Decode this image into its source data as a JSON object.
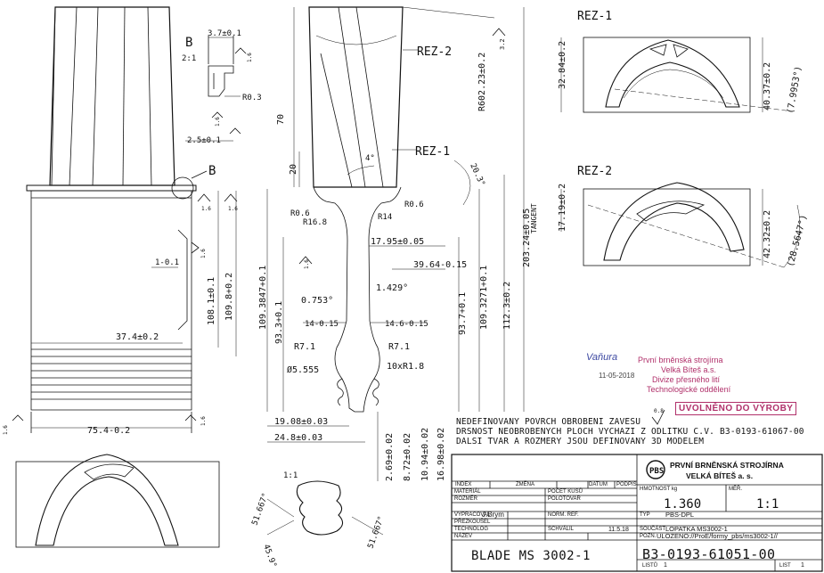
{
  "views": {
    "detail_b": {
      "label": "B",
      "scale": "2:1",
      "callout": "B",
      "dim_width": "3.7±0.1",
      "radius": "R0.3",
      "offset": "2.5±0.1",
      "roughness_a": "1.6",
      "roughness_b": "1.6"
    },
    "section_1": {
      "title": "REZ-1",
      "d1": "32.84±0.2",
      "d2": "40.37±0.2",
      "angle": "(7.9953°)"
    },
    "section_2": {
      "title": "REZ-2",
      "d1": "17.19±0.2",
      "d2": "42.32±0.2",
      "angle": "(28.5647°)"
    },
    "bottom_scale": "1:1",
    "bottom_angles": [
      "51.667°",
      "51.667°",
      "45.9°"
    ],
    "tangent_label": "TANGENT"
  },
  "dimensions": {
    "left_view": [
      "75.4-0.2",
      "37.4±0.2",
      "108.1±0.1",
      "109.8+0.2",
      "1-0.1",
      "1.6",
      "1.6",
      "1.6",
      "1.6",
      "1.6"
    ],
    "middle_view": [
      "REZ-2",
      "REZ-1",
      "R602.23±0.2",
      "3.2",
      "70",
      "20",
      "4°",
      "20.3°",
      "R0.6",
      "R16.8",
      "R14",
      "R0.6",
      "17.95±0.05",
      "39.64-0.15",
      "1.429°",
      "0.753°",
      "14-0.15",
      "14.6-0.15",
      "R7.1",
      "R7.1",
      "Ø5.555",
      "10xR1.8",
      "203.24±0.05",
      "112.3±0.2",
      "109.3271+0.1",
      "93.7+0.1",
      "109.3847+0.1",
      "93.3+0.1",
      "19.08±0.03",
      "24.8±0.03",
      "2.69±0.02",
      "8.72±0.02",
      "10.94±0.02",
      "16.98±0.02",
      "1.6"
    ]
  },
  "notes": {
    "roughness": "0.8",
    "line1": "NEDEFINOVANY POVRCH OBROBENI ZAVESU",
    "line2": "DRSNOST NEOBROBENYCH PLOCH VYCHAZI Z ODLITKU C.V. B3-0193-61067-00",
    "line3": "DALSI TVAR A ROZMERY JSOU DEFINOVANY 3D MODELEM"
  },
  "stamp": {
    "signature": "Vaňura",
    "date": "11-05-2018",
    "lines": [
      "První brněnská strojírna",
      "Velká Bíteš a.s.",
      "Divize přesného lití",
      "Technologické oddělení"
    ],
    "approved": "UVOLNĚNO DO VÝROBY"
  },
  "title_block": {
    "company_line1": "PRVNÍ BRNĚNSKÁ STROJÍRNA",
    "company_line2": "VELKÁ BÍTEŠ  a. s.",
    "rev_headers": {
      "index": "INDEX",
      "change": "ZMĚNA",
      "date": "DATUM",
      "signature": "PODPIS"
    },
    "material_label": "MATERIÁL",
    "blank_label": "ROZMĚR",
    "pieces_label": "POČET KUSŮ",
    "semi_label": "POLOTOVAR",
    "mass_label": "HMOTNOST kg",
    "mass": "1.360",
    "scale_label": "MĚŘ.",
    "scale": "1:1",
    "drawn_label": "VYPRACOVAL",
    "drawn_by": "J.Brym",
    "norm_label": "NORM. REF.",
    "checked_label": "PŘEZKOUŠEL",
    "tech_label": "TECHNOLOG",
    "approved_label": "SCHVÁLIL",
    "approved_date": "11.5.18",
    "type_label": "TYP",
    "type": "PBS-DPL",
    "part_label": "SOUČÁST",
    "part": "LOPATKA MS3002-1",
    "note_label": "POZN.",
    "note": "ULOZENO://ProE/formy_pbs/ms3002-1//",
    "name_label": "NÁZEV",
    "name": "BLADE MS 3002-1",
    "drawing_number": "B3-0193-61051-00",
    "sheet_label": "LIST",
    "sheet": "1",
    "sheets_label": "LISTŮ",
    "sheets": "1"
  },
  "colors": {
    "ink": "#111111",
    "stamp": "#b0306a",
    "stamp_blue": "#3a46a0"
  }
}
